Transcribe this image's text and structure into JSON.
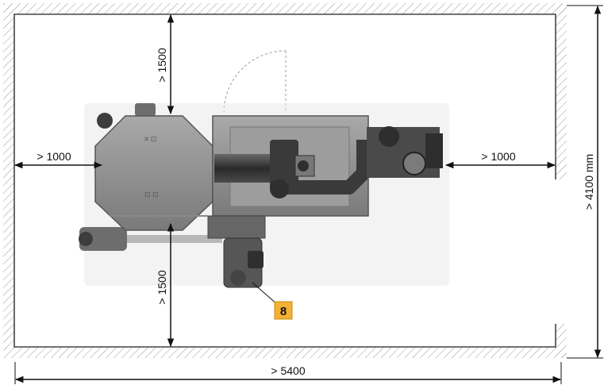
{
  "dimensions": {
    "top_clearance": "> 1500",
    "bottom_clearance": "> 1500",
    "left_clearance": "> 1000",
    "right_clearance": "> 1000",
    "overall_width": "> 5400",
    "overall_height": "> 4100 mm"
  },
  "callout": {
    "number": "8",
    "badge_color": "#f2b134"
  },
  "colors": {
    "room_line": "#444444",
    "hatch": "#9a9a9a",
    "machine_body": "#8e8e8e",
    "machine_dark": "#3a3a3a",
    "pipe": "#2e2e2e"
  }
}
